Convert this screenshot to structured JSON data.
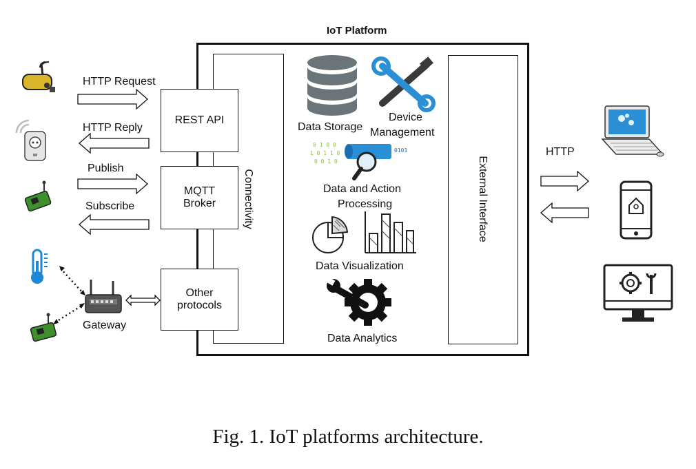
{
  "platform": {
    "title": "IoT Platform",
    "connectivity_label": "Connectivity",
    "external_interface_label": "External Interface"
  },
  "protocol_boxes": {
    "rest_api": "REST API",
    "mqtt_line1": "MQTT",
    "mqtt_line2": "Broker",
    "other_line1": "Other",
    "other_line2": "protocols"
  },
  "arrows": {
    "http_request": "HTTP Request",
    "http_reply": "HTTP Reply",
    "publish": "Publish",
    "subscribe": "Subscribe",
    "http": "HTTP"
  },
  "gateway_label": "Gateway",
  "services": {
    "data_storage": "Data Storage",
    "device_management_line1": "Device",
    "device_management_line2": "Management",
    "processing_line1": "Data and Action",
    "processing_line2": "Processing",
    "visualization": "Data Visualization",
    "analytics": "Data Analytics"
  },
  "caption": "Fig. 1.  IoT platforms architecture.",
  "colors": {
    "db_gray": "#6b7479",
    "tool_blue": "#2b8fd6",
    "sensor_green": "#3e8f2d",
    "camera_yellow": "#d8b52a",
    "thermo_blue": "#1e88d8"
  },
  "icons": [
    "camera-icon",
    "smart-plug-icon",
    "sensor-board-icon",
    "thermometer-icon",
    "router-icon",
    "database-icon",
    "tools-icon",
    "binary-magnifier-icon",
    "pie-chart-icon",
    "bar-chart-icon",
    "gear-wrench-icon",
    "laptop-icon",
    "smartphone-icon",
    "monitor-settings-icon"
  ]
}
